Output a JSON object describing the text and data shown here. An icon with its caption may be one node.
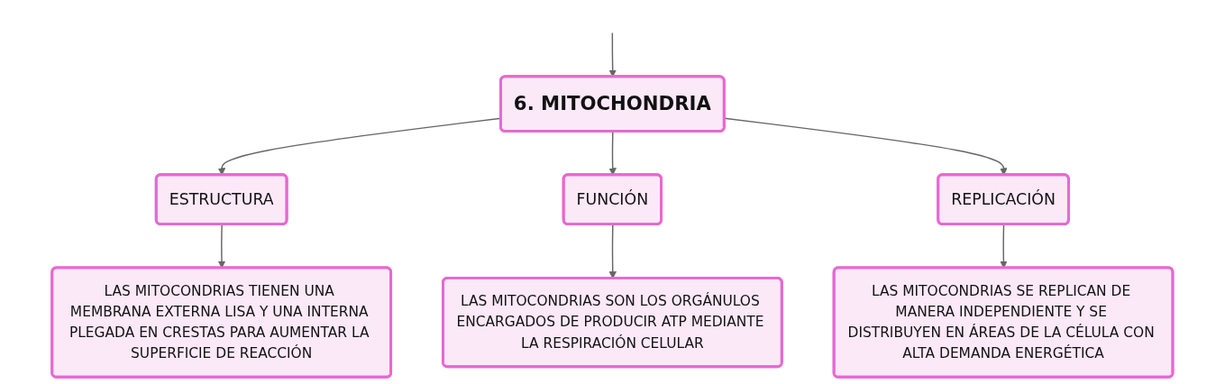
{
  "diagram": {
    "nodes": [
      {
        "text": [
          "6. MITOCHONDRIA"
        ]
      },
      {
        "text": [
          "ESTRUCTURA"
        ]
      },
      {
        "text": [
          "FUNCIÓN"
        ]
      },
      {
        "text": [
          "REPLICACIÓN"
        ]
      },
      {
        "text": [
          "LAS MITOCONDRIAS TIENEN UNA MEMBRANA EXTERNA LISA Y UNA INTERNA PLEGADA EN CRESTAS PARA AUMENTAR LA SUPERFICIE DE REACCIÓN"
        ]
      },
      {
        "text": [
          "LAS MITOCONDRIAS SON LOS ORGÁNULOS ENCARGADOS DE PRODUCIR ATP MEDIANTE LA RESPIRACIÓN CELULAR"
        ]
      },
      {
        "text": [
          "LAS MITOCONDRIAS SE REPLICAN DE MANERA INDEPENDIENTE Y SE DISTRIBUYEN EN ÁREAS DE LA CÉLULA CON ALTA DEMANDA ENERGÉTICA"
        ]
      }
    ],
    "edges": [
      {
        "from": null,
        "to": 0,
        "arrow": "to"
      },
      {
        "from": 0,
        "to": 1,
        "arrow": "to"
      },
      {
        "from": 0,
        "to": 2,
        "arrow": "to"
      },
      {
        "from": 0,
        "to": 3,
        "arrow": "to"
      },
      {
        "from": 1,
        "to": 4,
        "arrow": "to"
      },
      {
        "from": 2,
        "to": 5,
        "arrow": "to"
      },
      {
        "from": 3,
        "to": 6,
        "arrow": "to"
      }
    ]
  }
}
